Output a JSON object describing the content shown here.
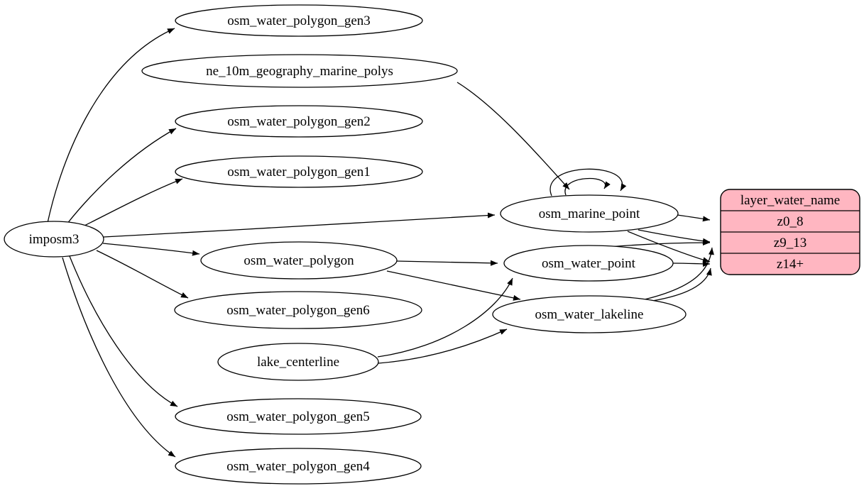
{
  "diagram_type": "graphviz-etl-graph",
  "colors": {
    "background": "#ffffff",
    "node_fill": "#ffffff",
    "node_stroke": "#000000",
    "edge_color": "#000000",
    "record_fill": "#ffb6c1",
    "record_stroke": "#000000"
  },
  "nodes": {
    "imposm3": {
      "label": "imposm3"
    },
    "osm_water_polygon_gen3": {
      "label": "osm_water_polygon_gen3"
    },
    "ne_10m_geography_marine_polys": {
      "label": "ne_10m_geography_marine_polys"
    },
    "osm_water_polygon_gen2": {
      "label": "osm_water_polygon_gen2"
    },
    "osm_water_polygon_gen1": {
      "label": "osm_water_polygon_gen1"
    },
    "osm_marine_point": {
      "label": "osm_marine_point"
    },
    "osm_water_polygon": {
      "label": "osm_water_polygon"
    },
    "osm_water_point": {
      "label": "osm_water_point"
    },
    "osm_water_polygon_gen6": {
      "label": "osm_water_polygon_gen6"
    },
    "osm_water_lakeline": {
      "label": "osm_water_lakeline"
    },
    "lake_centerline": {
      "label": "lake_centerline"
    },
    "osm_water_polygon_gen5": {
      "label": "osm_water_polygon_gen5"
    },
    "osm_water_polygon_gen4": {
      "label": "osm_water_polygon_gen4"
    }
  },
  "record": {
    "title": "layer_water_name",
    "rows": [
      "z0_8",
      "z9_13",
      "z14+"
    ]
  },
  "edges": [
    {
      "from": "imposm3",
      "to": "osm_water_polygon_gen3"
    },
    {
      "from": "imposm3",
      "to": "osm_water_polygon_gen2"
    },
    {
      "from": "imposm3",
      "to": "osm_water_polygon_gen1"
    },
    {
      "from": "imposm3",
      "to": "osm_marine_point"
    },
    {
      "from": "imposm3",
      "to": "osm_water_polygon"
    },
    {
      "from": "imposm3",
      "to": "osm_water_polygon_gen6"
    },
    {
      "from": "imposm3",
      "to": "osm_water_polygon_gen5"
    },
    {
      "from": "imposm3",
      "to": "osm_water_polygon_gen4"
    },
    {
      "from": "ne_10m_geography_marine_polys",
      "to": "osm_marine_point"
    },
    {
      "from": "osm_marine_point",
      "to": "osm_marine_point"
    },
    {
      "from": "osm_marine_point",
      "to": "osm_marine_point"
    },
    {
      "from": "osm_marine_point",
      "to": "layer_water_name:z0_8"
    },
    {
      "from": "osm_marine_point",
      "to": "layer_water_name:z9_13"
    },
    {
      "from": "osm_marine_point",
      "to": "layer_water_name:z14+"
    },
    {
      "from": "osm_water_polygon",
      "to": "osm_water_point"
    },
    {
      "from": "osm_water_polygon",
      "to": "osm_water_lakeline"
    },
    {
      "from": "lake_centerline",
      "to": "osm_water_point"
    },
    {
      "from": "lake_centerline",
      "to": "osm_water_lakeline"
    },
    {
      "from": "osm_water_point",
      "to": "layer_water_name:z9_13"
    },
    {
      "from": "osm_water_point",
      "to": "layer_water_name:z14+"
    },
    {
      "from": "osm_water_lakeline",
      "to": "layer_water_name:z9_13"
    },
    {
      "from": "osm_water_lakeline",
      "to": "layer_water_name:z14+"
    }
  ]
}
